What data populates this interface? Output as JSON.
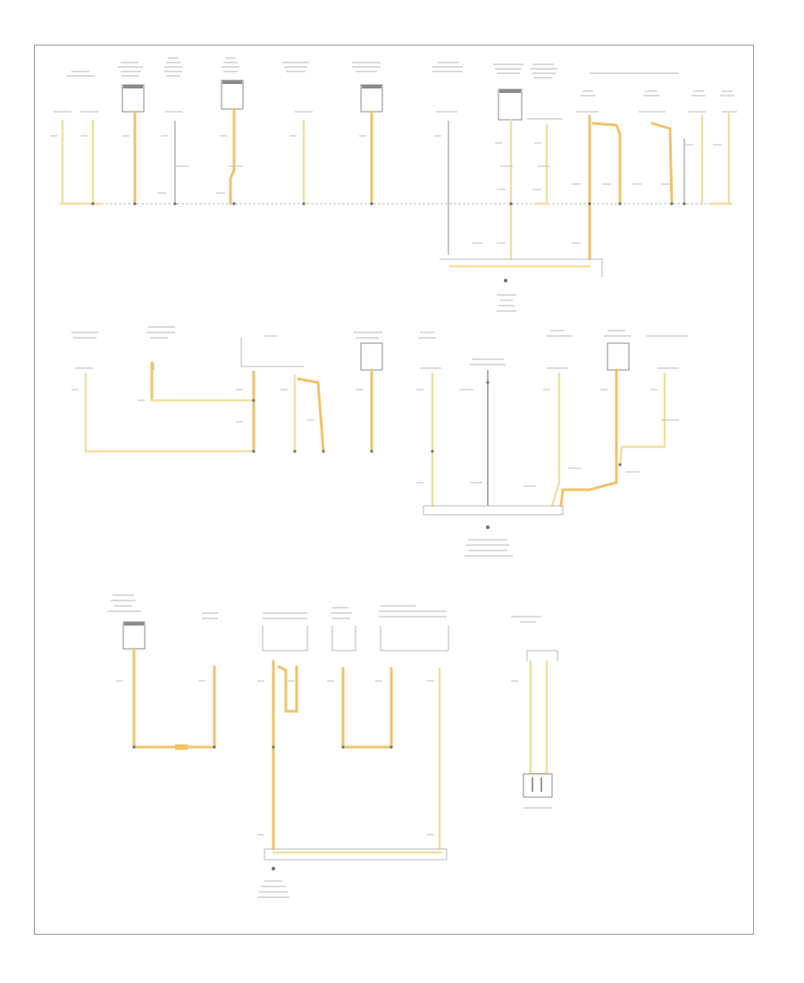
{
  "diagram": {
    "footer_code": "",
    "sections": [
      {
        "id": "top",
        "components": [],
        "wire_labels": []
      },
      {
        "id": "middle",
        "components": [],
        "wire_labels": []
      },
      {
        "id": "bottom",
        "components": [],
        "wire_labels": []
      }
    ],
    "ground_points": []
  },
  "colors": {
    "wire_yellow": "#f1dfa0",
    "wire_orange": "#f0c36a",
    "line_gray": "#b9b9b9",
    "frame": "#9a9a9a"
  }
}
